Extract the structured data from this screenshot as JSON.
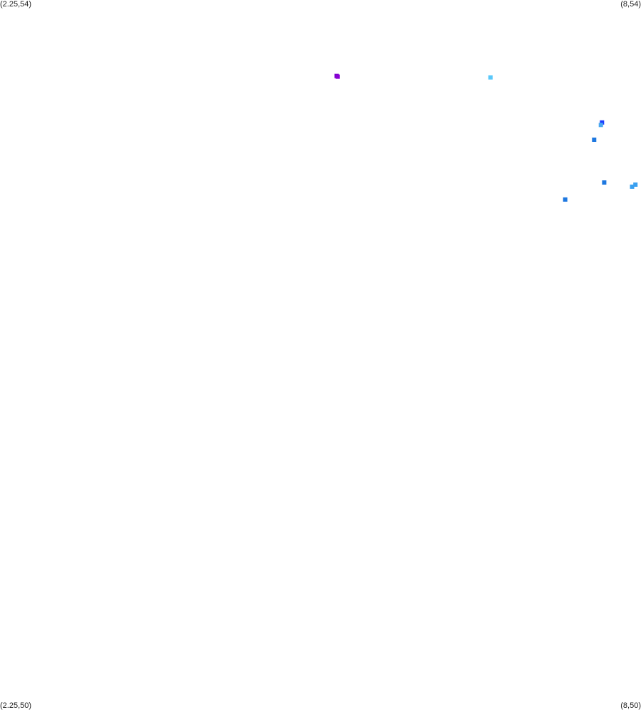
{
  "corners": {
    "top_left": "(2.25,54)",
    "top_right": "(8,54)",
    "bottom_left": "(2.25,50)",
    "bottom_right": "(8,50)"
  },
  "map": {
    "x_range": [
      2.25,
      8
    ],
    "y_range": [
      50,
      54
    ],
    "points": [
      {
        "x": 5.27,
        "y": 53.572,
        "color": "#7a00cc"
      },
      {
        "x": 5.28,
        "y": 53.568,
        "color": "#8a00d4"
      },
      {
        "x": 6.65,
        "y": 53.564,
        "color": "#5ac8fa"
      },
      {
        "x": 7.65,
        "y": 53.31,
        "color": "#1a3cff"
      },
      {
        "x": 7.64,
        "y": 53.296,
        "color": "#4aa8f0"
      },
      {
        "x": 7.58,
        "y": 53.213,
        "color": "#1e78e0"
      },
      {
        "x": 7.67,
        "y": 52.972,
        "color": "#1e78e0"
      },
      {
        "x": 7.95,
        "y": 52.96,
        "color": "#3aa0f0"
      },
      {
        "x": 7.92,
        "y": 52.948,
        "color": "#3aa0f0"
      },
      {
        "x": 7.32,
        "y": 52.876,
        "color": "#1e78e0"
      }
    ]
  }
}
